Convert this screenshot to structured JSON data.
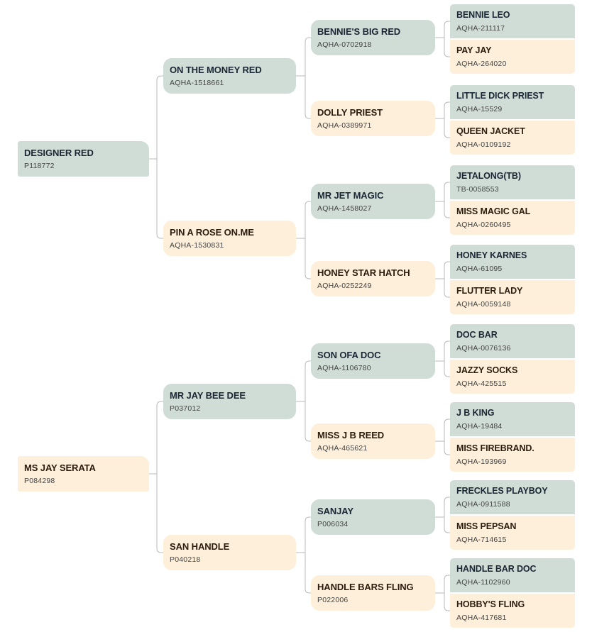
{
  "pedigree": {
    "subjects": [
      {
        "name": "DESIGNER RED",
        "reg": "P118772",
        "sire": {
          "name": "ON THE MONEY RED",
          "reg": "AQHA-1518661",
          "sire": {
            "name": "BENNIE'S BIG RED",
            "reg": "AQHA-0702918",
            "sire": {
              "name": "BENNIE LEO",
              "reg": "AQHA-211117"
            },
            "dam": {
              "name": "PAY JAY",
              "reg": "AQHA-264020"
            }
          },
          "dam": {
            "name": "DOLLY PRIEST",
            "reg": "AQHA-0389971",
            "sire": {
              "name": "LITTLE DICK PRIEST",
              "reg": "AQHA-15529"
            },
            "dam": {
              "name": "QUEEN JACKET",
              "reg": "AQHA-0109192"
            }
          }
        },
        "dam": {
          "name": "PIN A ROSE ON.ME",
          "reg": "AQHA-1530831",
          "sire": {
            "name": "MR JET MAGIC",
            "reg": "AQHA-1458027",
            "sire": {
              "name": "JETALONG(TB)",
              "reg": "TB-0058553"
            },
            "dam": {
              "name": "MISS MAGIC GAL",
              "reg": "AQHA-0260495"
            }
          },
          "dam": {
            "name": "HONEY STAR HATCH",
            "reg": "AQHA-0252249",
            "sire": {
              "name": "HONEY KARNES",
              "reg": "AQHA-61095"
            },
            "dam": {
              "name": "FLUTTER LADY",
              "reg": "AQHA-0059148"
            }
          }
        }
      },
      {
        "name": "MS JAY SERATA",
        "reg": "P084298",
        "sire": {
          "name": "MR JAY BEE DEE",
          "reg": "P037012",
          "sire": {
            "name": "SON OFA DOC",
            "reg": "AQHA-1106780",
            "sire": {
              "name": "DOC BAR",
              "reg": "AQHA-0076136"
            },
            "dam": {
              "name": "JAZZY SOCKS",
              "reg": "AQHA-425515"
            }
          },
          "dam": {
            "name": "MISS J B REED",
            "reg": "AQHA-465621",
            "sire": {
              "name": "J B KING",
              "reg": "AQHA-19484"
            },
            "dam": {
              "name": "MISS FIREBRAND.",
              "reg": "AQHA-193969"
            }
          }
        },
        "dam": {
          "name": "SAN HANDLE",
          "reg": "P040218",
          "sire": {
            "name": "SANJAY",
            "reg": "P006034",
            "sire": {
              "name": "FRECKLES PLAYBOY",
              "reg": "AQHA-0911588"
            },
            "dam": {
              "name": "MISS PEPSAN",
              "reg": "AQHA-714615"
            }
          },
          "dam": {
            "name": "HANDLE BARS FLING",
            "reg": "P022006",
            "sire": {
              "name": "HANDLE BAR DOC",
              "reg": "AQHA-1102960"
            },
            "dam": {
              "name": "HOBBY'S FLING",
              "reg": "AQHA-417681"
            }
          }
        }
      }
    ]
  },
  "colors": {
    "sire_fill": "#d0ddd6",
    "dam_fill": "#fdefd9",
    "connector": "#b9b9b9"
  }
}
